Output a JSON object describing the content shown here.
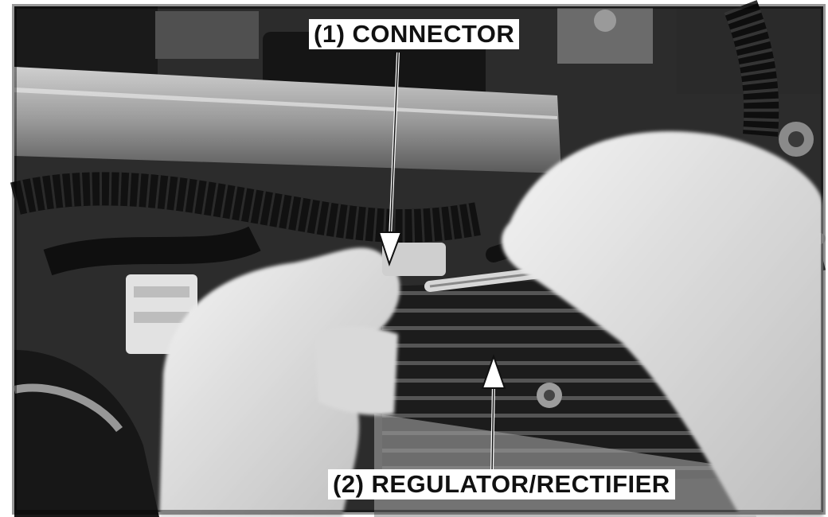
{
  "figure": {
    "callouts": [
      {
        "number": "(1)",
        "text": "CONNECTOR",
        "label": "(1) CONNECTOR"
      },
      {
        "number": "(2)",
        "text": "REGULATOR/RECTIFIER",
        "label": "(2) REGULATOR/RECTIFIER"
      }
    ]
  }
}
